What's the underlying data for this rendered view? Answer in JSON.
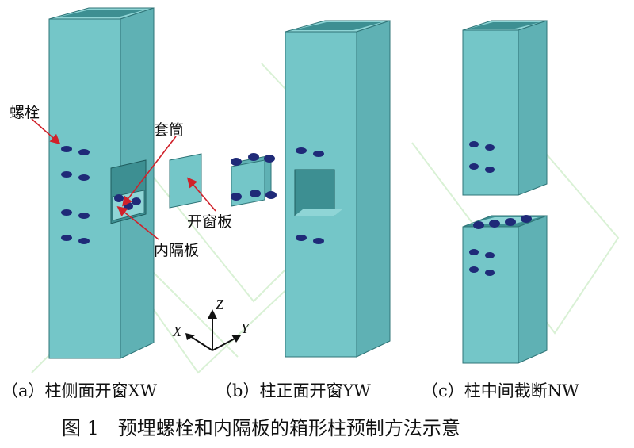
{
  "labels": {
    "bolt": "螺栓",
    "sleeve": "套筒",
    "window_plate": "开窗板",
    "inner_diaphragm": "内隔板"
  },
  "axes": {
    "z": "Z",
    "x": "X",
    "y": "Y"
  },
  "captions": {
    "a": "（a）柱侧面开窗XW",
    "b": "（b）柱正面开窗YW",
    "c": "（c）柱中间截断NW"
  },
  "figure_caption": "图 1　预埋螺栓和内隔板的箱形柱预制方法示意",
  "colors": {
    "column_front": "#74c6c8",
    "column_side": "#5fb1b4",
    "column_top": "#8fd5d6",
    "inner": "#3d8f92",
    "bolt": "#1f2a78",
    "arrow": "#d0212a",
    "watermark": "#d9f1d5"
  }
}
